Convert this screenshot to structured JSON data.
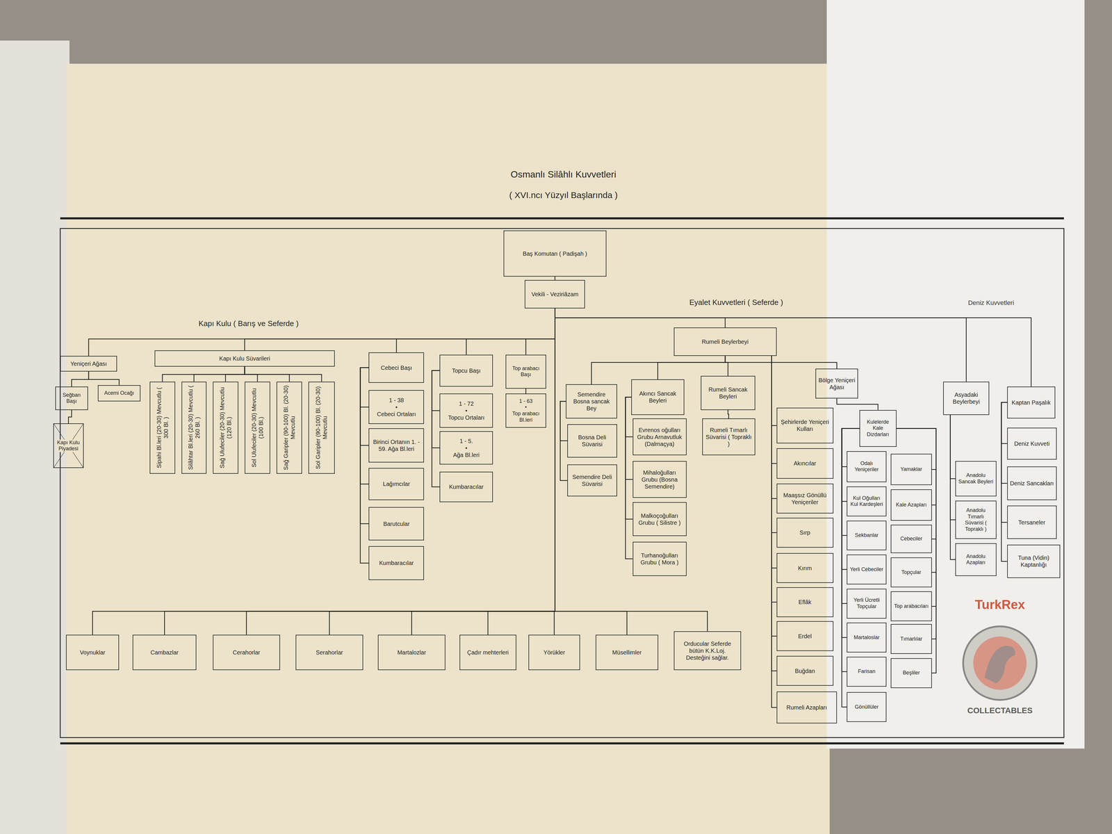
{
  "diagram": {
    "title": "Osmanlı Silâhlı Kuvvetleri",
    "nodes": [
      {
        "text": [
          "Baş Komutan ( Padişah )"
        ]
      },
      {
        "text": [
          "Vekili - Veziriâzam"
        ]
      },
      {
        "text": [
          "Yeniçeri Ağası"
        ]
      },
      {
        "text": [
          "Seğban Başı"
        ]
      },
      {
        "text": [
          "Acemi Ocağı"
        ]
      },
      {
        "text": [
          "Kapı Kulu Piyadesi"
        ]
      },
      {
        "text": [
          "Kapı Kulu Süvarileri"
        ]
      },
      {
        "text": [
          "Sipahi Bl.leri (20-30) Mevcutlu ( 300 Bl. )"
        ]
      },
      {
        "text": [
          "Silâhtar Bl.leri (20-30) Mevcutlu ( 260 Bl. )"
        ]
      },
      {
        "text": [
          "Sağ Ulufeciler (20-30) Mevcutlu (120 Bl.)"
        ]
      },
      {
        "text": [
          "Sol Ulufeciler (20-30) Mevcutlu (100 Bl.)"
        ]
      },
      {
        "text": [
          "Sağ Garipler (90-100) Bl. (20-30) Mevcutlu"
        ]
      },
      {
        "text": [
          "Sol Garipler (90-100) Bl. (20-30) Mevcutlu"
        ]
      },
      {
        "text": [
          "Cebeci Başı"
        ]
      },
      {
        "text": [
          "1 - 38",
          "•",
          "Cebeci Ortaları"
        ]
      },
      {
        "text": [
          "Birinci Ortanın 1. - 59. Ağa Bl.leri"
        ]
      },
      {
        "text": [
          "Lağımcılar"
        ]
      },
      {
        "text": [
          "Barutcular"
        ]
      },
      {
        "text": [
          "Kumbaracılar"
        ]
      },
      {
        "text": [
          "Topcu Başı"
        ]
      },
      {
        "text": [
          "1 - 72",
          "•",
          "Topcu Ortaları"
        ]
      },
      {
        "text": [
          "1 - 5.",
          "•",
          "Ağa Bl.leri"
        ]
      },
      {
        "text": [
          "Kumbaracılar"
        ]
      },
      {
        "text": [
          "Top arabacı Başı"
        ]
      },
      {
        "text": [
          "1 - 63",
          "•",
          "Top arabacı Bl.leri"
        ]
      },
      {
        "text": [
          "Rumeli Beylerbeyi"
        ]
      },
      {
        "text": [
          "Semendire Bosna sancak Bey"
        ]
      },
      {
        "text": [
          "Akıncı Sancak Beyleri"
        ]
      },
      {
        "text": [
          "Rumeli Sancak Beyleri"
        ]
      },
      {
        "text": [
          "Bölge Yeniçeri Ağası"
        ]
      },
      {
        "text": [
          "Bosna Deli Süvarisi"
        ]
      },
      {
        "text": [
          "Semendire Deli Süvarisi"
        ]
      },
      {
        "text": [
          "Evrenos oğulları Grubu Arnavutluk (Dalmaçya)"
        ]
      },
      {
        "text": [
          "Mihaloğulları Grubu (Bosna Semendire)"
        ]
      },
      {
        "text": [
          "Malkoçoğulları Grubu ( Silistre )"
        ]
      },
      {
        "text": [
          "Turhanoğulları Grubu ( Mora )"
        ]
      },
      {
        "text": [
          "Rumeli Tımarlı Süvarisi ( Topraklı )"
        ]
      },
      {
        "text": [
          "Şehirlerde Yeniçeri Kulları"
        ]
      },
      {
        "text": [
          "Akıncılar"
        ]
      },
      {
        "text": [
          "Maaşsız Gönüllü Yeniçeriler"
        ]
      },
      {
        "text": [
          "Sırp"
        ]
      },
      {
        "text": [
          "Kırım"
        ]
      },
      {
        "text": [
          "Eflâk"
        ]
      },
      {
        "text": [
          "Erdel"
        ]
      },
      {
        "text": [
          "Buğdan"
        ]
      },
      {
        "text": [
          "Rumeli Azapları"
        ]
      },
      {
        "text": [
          "Kulelerde Kale Dizdarları"
        ]
      },
      {
        "text": [
          "Odalı Yeniçeriler"
        ]
      },
      {
        "text": [
          "Yamaklar"
        ]
      },
      {
        "text": [
          "Kul Oğulları Kul Kardeşleri"
        ]
      },
      {
        "text": [
          "Kale Azapları"
        ]
      },
      {
        "text": [
          "Sekbanlar"
        ]
      },
      {
        "text": [
          "Cebeciler"
        ]
      },
      {
        "text": [
          "Yerli Cebeciler"
        ]
      },
      {
        "text": [
          "Topçular"
        ]
      },
      {
        "text": [
          "Yerli Ücretli Topçular"
        ]
      },
      {
        "text": [
          "Top arabacıları"
        ]
      },
      {
        "text": [
          "Martaloslar"
        ]
      },
      {
        "text": [
          "Tımarlılar"
        ]
      },
      {
        "text": [
          "Farisan"
        ]
      },
      {
        "text": [
          "Beşliler"
        ]
      },
      {
        "text": [
          "Gönüllüler"
        ]
      },
      {
        "text": [
          "Asyadaki Beylerbeyi"
        ]
      },
      {
        "text": [
          "Anadolu Sancak Beyleri"
        ]
      },
      {
        "text": [
          "Anadolu Tımarlı Süvarisi ( Topraklı )"
        ]
      },
      {
        "text": [
          "Anadolu Azapları"
        ]
      },
      {
        "text": [
          "Kaptan Paşalık"
        ]
      },
      {
        "text": [
          "Deniz Kuvveti"
        ]
      },
      {
        "text": [
          "Deniz Sancakları"
        ]
      },
      {
        "text": [
          "Tersaneler"
        ]
      },
      {
        "text": [
          "Tuna (Vidin) Kaptanlığı"
        ]
      },
      {
        "text": [
          "Voynuklar"
        ]
      },
      {
        "text": [
          "Cambazlar"
        ]
      },
      {
        "text": [
          "Cerahorlar"
        ]
      },
      {
        "text": [
          "Serahorlar"
        ]
      },
      {
        "text": [
          "Martalozlar"
        ]
      },
      {
        "text": [
          "Çadır mehterleri"
        ]
      },
      {
        "text": [
          "Yörükler"
        ]
      },
      {
        "text": [
          "Müsellimler"
        ]
      },
      {
        "text": [
          "Orducular Seferde bütün K.K.Loj. Desteğini sağlar."
        ]
      }
    ],
    "edges": [
      {
        "from": 0,
        "to": 1,
        "arrow": "none"
      },
      {
        "from": 1,
        "to": 2,
        "arrow": "none"
      },
      {
        "from": 1,
        "to": 6,
        "arrow": "none"
      },
      {
        "from": 1,
        "to": 13,
        "arrow": "none"
      },
      {
        "from": 1,
        "to": 19,
        "arrow": "none"
      },
      {
        "from": 1,
        "to": 23,
        "arrow": "none"
      },
      {
        "from": 1,
        "to": 25,
        "arrow": "none"
      },
      {
        "from": 1,
        "to": 62,
        "arrow": "none"
      },
      {
        "from": 1,
        "to": 66,
        "arrow": "none"
      },
      {
        "from": 1,
        "to": 71,
        "arrow": "none"
      },
      {
        "from": 1,
        "to": 72,
        "arrow": "none"
      },
      {
        "from": 1,
        "to": 73,
        "arrow": "none"
      },
      {
        "from": 1,
        "to": 74,
        "arrow": "none"
      },
      {
        "from": 1,
        "to": 75,
        "arrow": "none"
      },
      {
        "from": 1,
        "to": 76,
        "arrow": "none"
      },
      {
        "from": 1,
        "to": 77,
        "arrow": "none"
      },
      {
        "from": 1,
        "to": 78,
        "arrow": "none"
      },
      {
        "from": 1,
        "to": 79,
        "arrow": "none"
      },
      {
        "from": 2,
        "to": 3,
        "arrow": "none"
      },
      {
        "from": 2,
        "to": 4,
        "arrow": "none"
      },
      {
        "from": 3,
        "to": 5,
        "arrow": "none"
      },
      {
        "from": 6,
        "to": 7,
        "arrow": "none"
      },
      {
        "from": 6,
        "to": 8,
        "arrow": "none"
      },
      {
        "from": 6,
        "to": 9,
        "arrow": "none"
      },
      {
        "from": 6,
        "to": 10,
        "arrow": "none"
      },
      {
        "from": 6,
        "to": 11,
        "arrow": "none"
      },
      {
        "from": 6,
        "to": 12,
        "arrow": "none"
      },
      {
        "from": 13,
        "to": 14,
        "arrow": "none"
      },
      {
        "from": 13,
        "to": 15,
        "arrow": "none"
      },
      {
        "from": 13,
        "to": 16,
        "arrow": "none"
      },
      {
        "from": 13,
        "to": 17,
        "arrow": "none"
      },
      {
        "from": 13,
        "to": 18,
        "arrow": "none"
      },
      {
        "from": 19,
        "to": 20,
        "arrow": "none"
      },
      {
        "from": 19,
        "to": 21,
        "arrow": "none"
      },
      {
        "from": 19,
        "to": 22,
        "arrow": "none"
      },
      {
        "from": 23,
        "to": 24,
        "arrow": "none"
      },
      {
        "from": 25,
        "to": 26,
        "arrow": "none"
      },
      {
        "from": 25,
        "to": 27,
        "arrow": "none"
      },
      {
        "from": 25,
        "to": 28,
        "arrow": "none"
      },
      {
        "from": 25,
        "to": 29,
        "arrow": "none"
      },
      {
        "from": 25,
        "to": 37,
        "arrow": "none"
      },
      {
        "from": 25,
        "to": 38,
        "arrow": "none"
      },
      {
        "from": 25,
        "to": 39,
        "arrow": "none"
      },
      {
        "from": 25,
        "to": 40,
        "arrow": "none"
      },
      {
        "from": 25,
        "to": 41,
        "arrow": "none"
      },
      {
        "from": 25,
        "to": 42,
        "arrow": "none"
      },
      {
        "from": 25,
        "to": 43,
        "arrow": "none"
      },
      {
        "from": 25,
        "to": 44,
        "arrow": "none"
      },
      {
        "from": 25,
        "to": 45,
        "arrow": "none"
      },
      {
        "from": 26,
        "to": 30,
        "arrow": "none"
      },
      {
        "from": 26,
        "to": 31,
        "arrow": "none"
      },
      {
        "from": 27,
        "to": 32,
        "arrow": "none"
      },
      {
        "from": 27,
        "to": 33,
        "arrow": "none"
      },
      {
        "from": 27,
        "to": 34,
        "arrow": "none"
      },
      {
        "from": 27,
        "to": 35,
        "arrow": "none"
      },
      {
        "from": 28,
        "to": 36,
        "arrow": "none"
      },
      {
        "from": 29,
        "to": 46,
        "arrow": "none"
      },
      {
        "from": 46,
        "to": 47,
        "arrow": "none"
      },
      {
        "from": 46,
        "to": 49,
        "arrow": "none"
      },
      {
        "from": 46,
        "to": 51,
        "arrow": "none"
      },
      {
        "from": 46,
        "to": 53,
        "arrow": "none"
      },
      {
        "from": 46,
        "to": 55,
        "arrow": "none"
      },
      {
        "from": 46,
        "to": 57,
        "arrow": "none"
      },
      {
        "from": 46,
        "to": 59,
        "arrow": "none"
      },
      {
        "from": 46,
        "to": 61,
        "arrow": "none"
      },
      {
        "from": 46,
        "to": 48,
        "arrow": "none"
      },
      {
        "from": 46,
        "to": 50,
        "arrow": "none"
      },
      {
        "from": 46,
        "to": 52,
        "arrow": "none"
      },
      {
        "from": 46,
        "to": 54,
        "arrow": "none"
      },
      {
        "from": 46,
        "to": 56,
        "arrow": "none"
      },
      {
        "from": 46,
        "to": 58,
        "arrow": "none"
      },
      {
        "from": 46,
        "to": 60,
        "arrow": "none"
      },
      {
        "from": 62,
        "to": 63,
        "arrow": "none"
      },
      {
        "from": 62,
        "to": 64,
        "arrow": "none"
      },
      {
        "from": 62,
        "to": 65,
        "arrow": "none"
      },
      {
        "from": 66,
        "to": 67,
        "arrow": "none"
      },
      {
        "from": 66,
        "to": 68,
        "arrow": "none"
      },
      {
        "from": 66,
        "to": 69,
        "arrow": "none"
      },
      {
        "from": 66,
        "to": 70,
        "arrow": "none"
      }
    ],
    "labels": [
      "( XVI.ncı Yüzyıl Başlarında )",
      "Kapı Kulu ( Barış ve Seferde )",
      "Eyalet Kuvvetleri ( Seferde )",
      "Deniz Kuvvetleri",
      "TurkRex",
      "COLLECTABLES"
    ]
  }
}
